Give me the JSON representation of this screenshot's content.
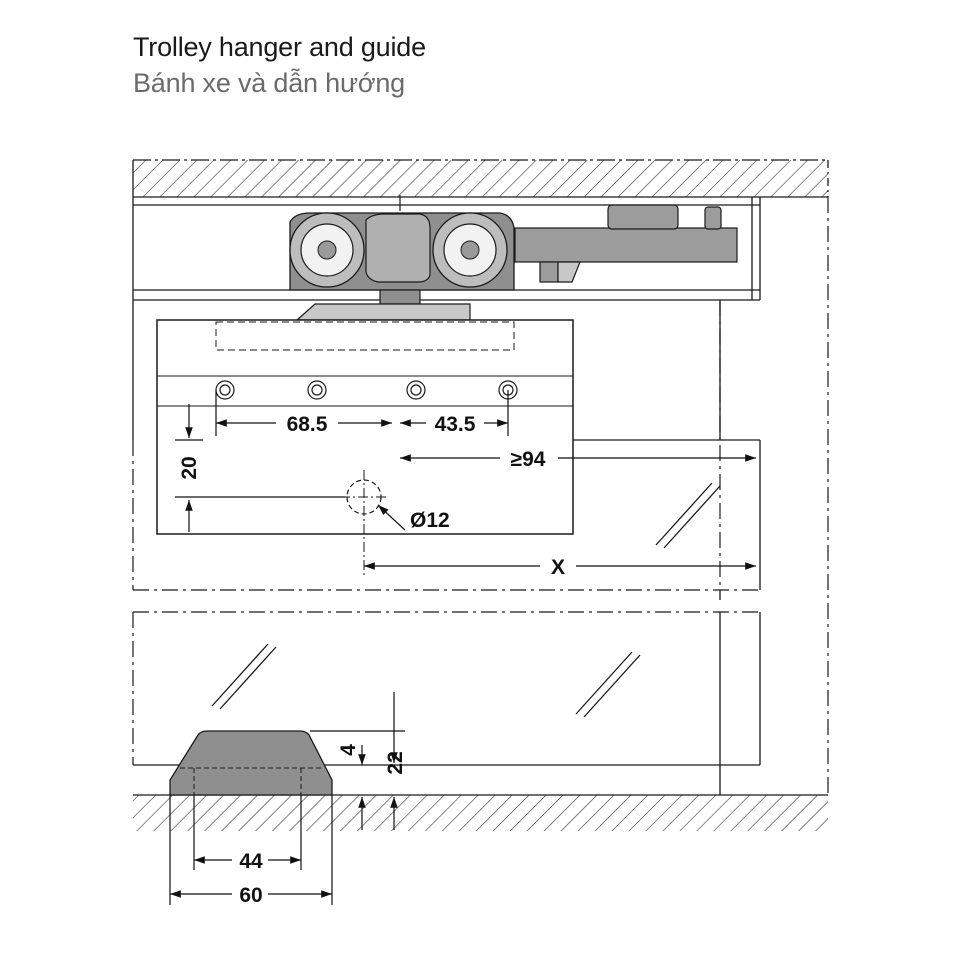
{
  "header": {
    "title": "Trolley hanger and guide",
    "subtitle": "Bánh xe và dẫn hướng"
  },
  "dimensions": {
    "hole_spacing_1": "68.5",
    "hole_spacing_2": "43.5",
    "min_clearance": "≥94",
    "vertical_offset": "20",
    "hole_diameter": "Ø12",
    "distance_x": "X",
    "guide_inset": "4",
    "guide_height": "22",
    "guide_inner_width": "44",
    "guide_outer_width": "60"
  },
  "colors": {
    "line": "#1a1a1a",
    "trolley_body": "#9a9a9a",
    "trolley_dark": "#555555",
    "wheel": "#e8e8e8",
    "hatch": "#333333"
  }
}
